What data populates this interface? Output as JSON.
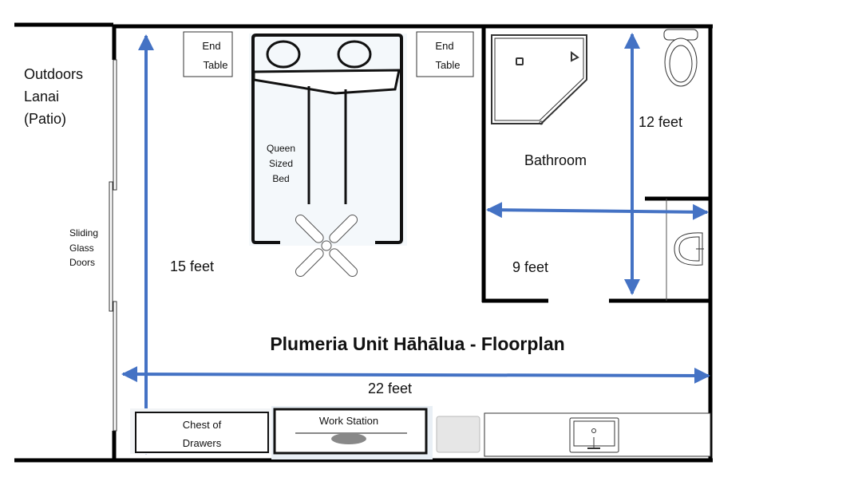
{
  "title": "Plumeria Unit Hāhālua - Floorplan",
  "colors": {
    "wall": "#000000",
    "dimension_arrow": "#4472C4",
    "furniture_fill": "#e6e6e6"
  },
  "outdoors": [
    "Outdoors",
    "Lanai",
    "(Patio)"
  ],
  "sliding_doors": [
    "Sliding",
    "Glass",
    "Doors"
  ],
  "end_table_left": [
    "End",
    "Table"
  ],
  "end_table_right": [
    "End",
    "Table"
  ],
  "bed": [
    "Queen",
    "Sized",
    "Bed"
  ],
  "bathroom": "Bathroom",
  "dimensions": {
    "room_height": "15 feet",
    "room_width": "22 feet",
    "bath_height": "12 feet",
    "bath_width": "9 feet"
  },
  "chest": [
    "Chest of",
    "Drawers"
  ],
  "work_station": "Work Station"
}
